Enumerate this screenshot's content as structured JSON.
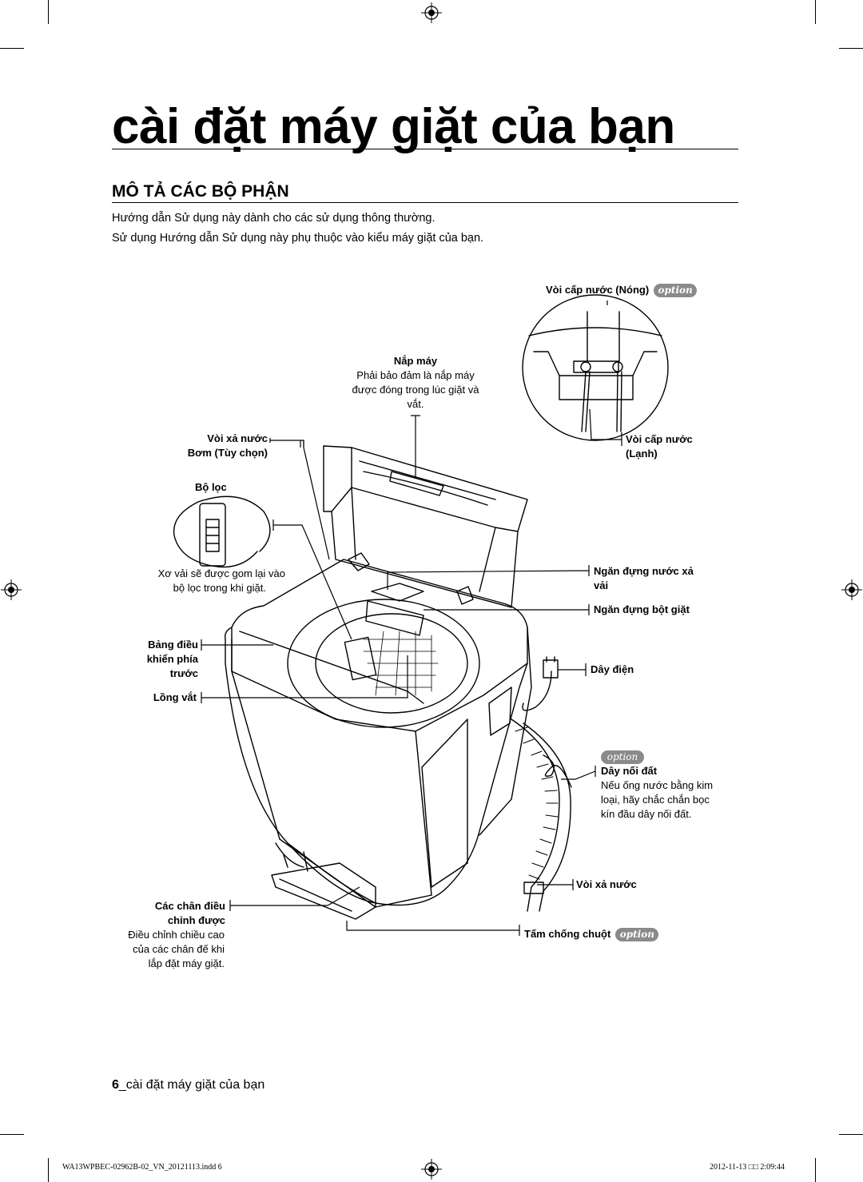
{
  "page": {
    "title": "cài đặt máy giặt của bạn",
    "section_heading": "MÔ TẢ CÁC BỘ PHẬN",
    "intro_lines": [
      "Hướng dẫn Sử dụng này dành cho các sử dụng thông thường.",
      "Sử dụng Hướng dẫn Sử dụng này phụ thuộc vào kiểu máy giặt của bạn."
    ],
    "footer": {
      "page_number": "6",
      "page_title": "_cài đặt máy giặt của bạn",
      "file_slug": "WA13WPBEC-02962B-02_VN_20121113.indd   6",
      "timestamp": "2012-11-13   □□ 2:09:44"
    }
  },
  "labels": {
    "hot_water_valve": "Vòi cấp nước (Nóng)",
    "option_badge": "option",
    "lid_title": "Nắp máy",
    "lid_note_1": "Phải bảo đảm là nắp máy",
    "lid_note_2": "được đóng trong lúc giặt và",
    "lid_note_3": "vắt.",
    "drain_valve_pump_1": "Vòi xả nước",
    "drain_valve_pump_2": "Bơm (Tùy chọn)",
    "cold_water_valve_1": "Vòi cấp nước",
    "cold_water_valve_2": "(Lạnh)",
    "filter_title": "Bộ lọc",
    "filter_note_1": "Xơ vải sẽ được gom lại vào",
    "filter_note_2": "bộ lọc trong khi giặt.",
    "softener_drawer_1": "Ngăn đựng nước xả",
    "softener_drawer_2": "vải",
    "detergent_drawer": "Ngăn đựng bột giặt",
    "control_panel_1": "Bảng điều",
    "control_panel_2": "khiển phía",
    "control_panel_3": "trước",
    "power_cord": "Dây điện",
    "spin_basket": "Lồng vắt",
    "ground_wire_title": "Dây nối đất",
    "ground_wire_note_1": "Nếu ống nước bằng kim",
    "ground_wire_note_2": "loại, hãy chắc chắn bọc",
    "ground_wire_note_3": "kín đầu dây nối đất.",
    "drain_hose": "Vòi xả nước",
    "leveling_feet_1": "Các chân điều",
    "leveling_feet_2": "chỉnh được",
    "leveling_note_1": "Điều chỉnh chiều cao",
    "leveling_note_2": "của các chân đế khi",
    "leveling_note_3": "lắp đặt máy giặt.",
    "rat_guard": "Tấm chống chuột"
  }
}
